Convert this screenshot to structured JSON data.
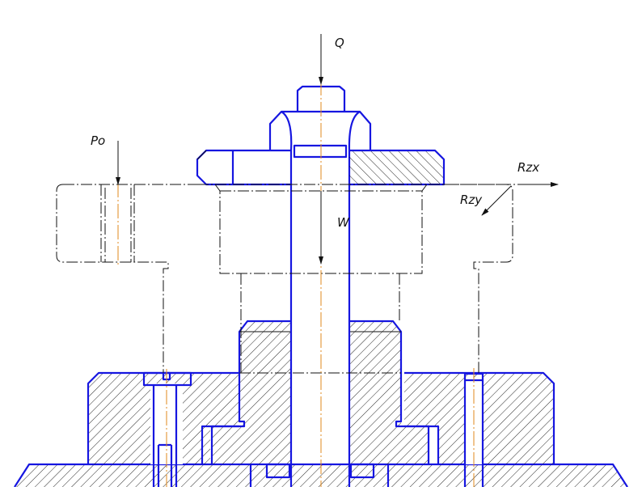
{
  "labels": {
    "q": "Q",
    "po": "Po",
    "w": "W",
    "rzx": "Rzx",
    "rzy": "Rzy"
  },
  "colors": {
    "outline": "#1616e0",
    "thin_line": "#111111",
    "center_line": "#e08a1e",
    "background": "#ffffff"
  }
}
